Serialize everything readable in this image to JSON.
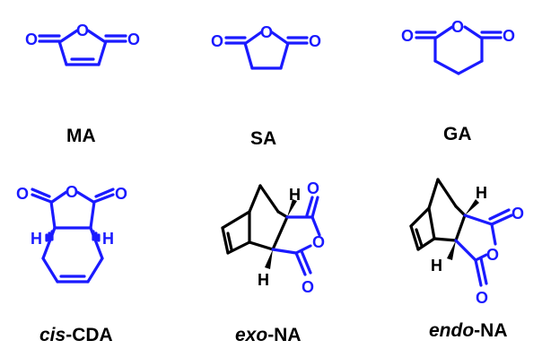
{
  "colors": {
    "anhydride": "#1a1aff",
    "scaffold": "#000000"
  },
  "atoms": {
    "oxygen": "O",
    "hydrogen": "H"
  },
  "compounds": [
    {
      "id": "ma",
      "label": "MA"
    },
    {
      "id": "sa",
      "label": "SA"
    },
    {
      "id": "ga",
      "label": "GA"
    },
    {
      "id": "cis-cda",
      "label_prefix": "cis",
      "label_suffix": "-CDA"
    },
    {
      "id": "exo-na",
      "label_prefix": "exo",
      "label_suffix": "-NA"
    },
    {
      "id": "endo-na",
      "label_prefix": "endo",
      "label_suffix": "-NA"
    }
  ]
}
